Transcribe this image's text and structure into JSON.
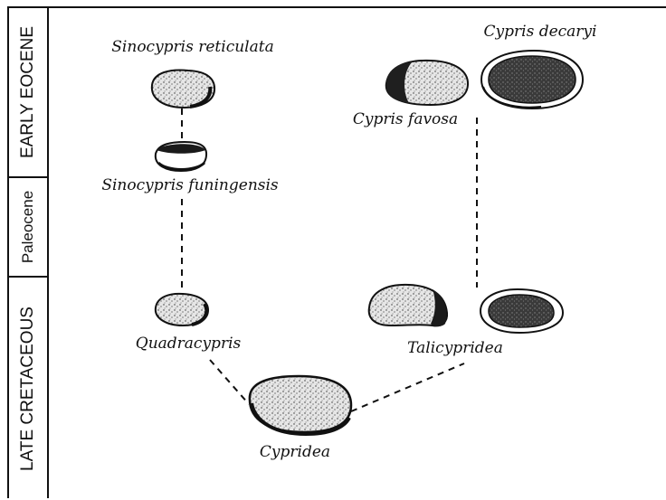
{
  "time_periods": [
    {
      "label": "EARLY EOCENE"
    },
    {
      "label": "Paleocene"
    },
    {
      "label": "LATE CRETACEOUS"
    }
  ],
  "taxa": {
    "sinocypris_reticulata": "Sinocypris reticulata",
    "sinocypris_funingensis": "Sinocypris funingensis",
    "cypris_decaryi": "Cypris decaryi",
    "cypris_favosa": "Cypris favosa",
    "quadracypris": "Quadracypris",
    "talicypridea": "Talicypridea",
    "cypridea": "Cypridea"
  },
  "colors": {
    "ink": "#111111",
    "shell_fill": "#d9d9d9",
    "shell_dark": "#2a2a2a"
  }
}
